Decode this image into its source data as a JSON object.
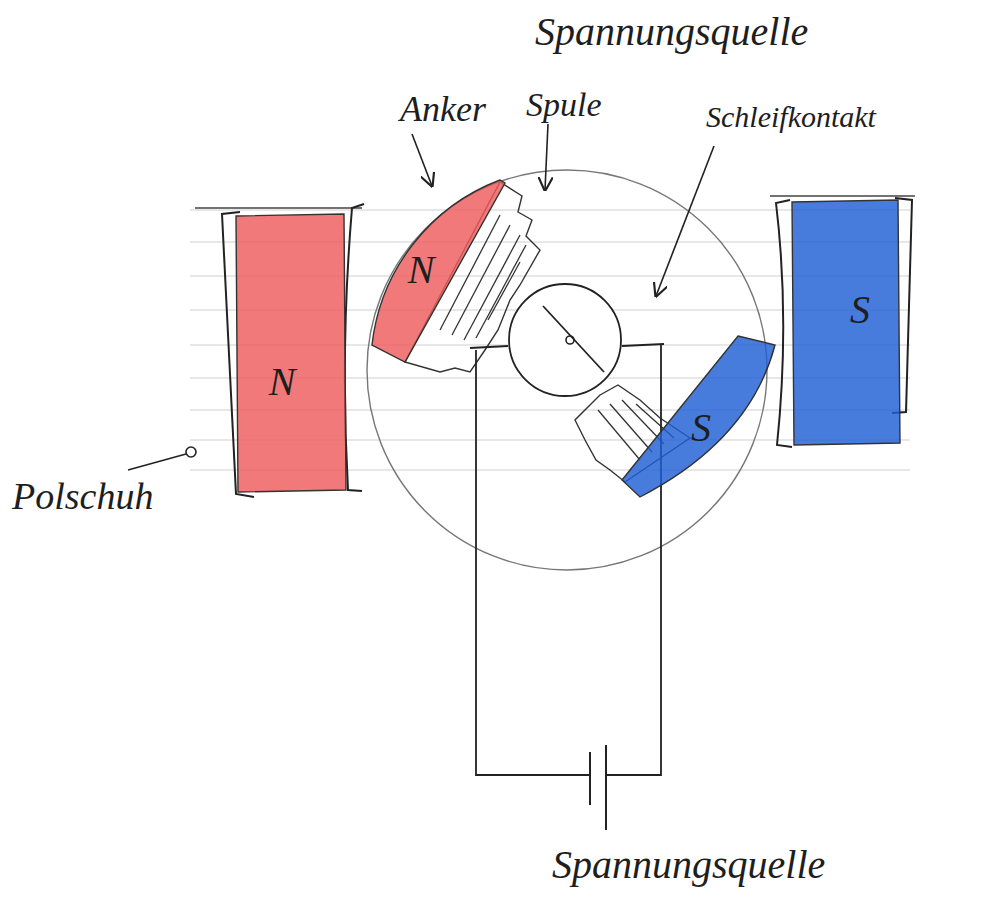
{
  "diagram": {
    "nodes": [
      {
        "text": [
          "N"
        ]
      },
      {
        "text": [
          "N"
        ]
      },
      {
        "text": [
          "S"
        ]
      },
      {
        "text": [
          "S"
        ]
      }
    ],
    "labels": [
      "Spannungsquelle",
      "Anker",
      "Spule",
      "Schleifkontakt",
      "Polschuh",
      "Spannungsquelle"
    ]
  }
}
